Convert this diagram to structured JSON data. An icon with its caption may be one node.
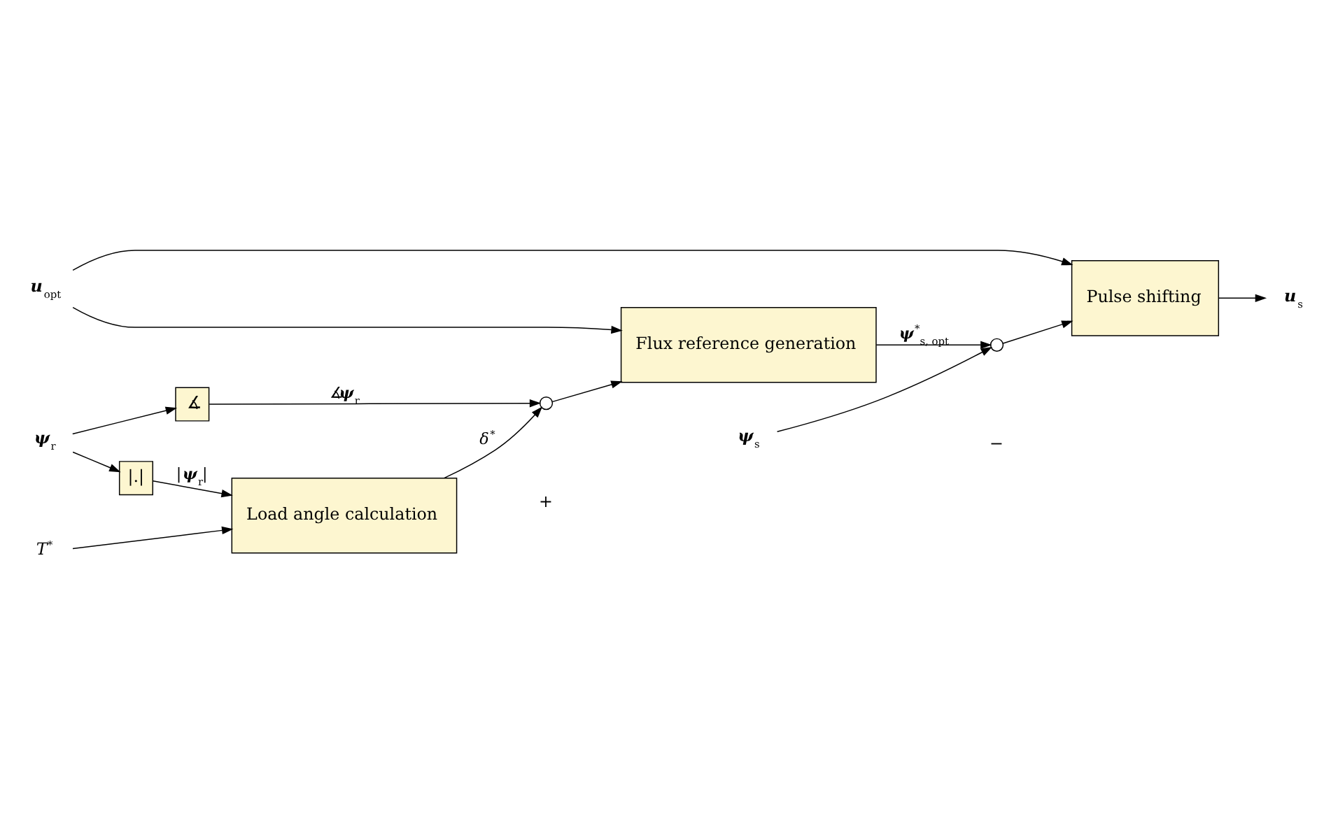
{
  "diagram": {
    "nodes": [
      {
        "text": [
          "**u**$_{opt}$"
        ]
      },
      {
        "text": [
          "Flux reference generation"
        ]
      },
      {
        "text": [
          "Pulse shifting"
        ]
      },
      {
        "text": [],
        "shape": "circle"
      },
      {
        "text": [
          "**ψ**$_{s}$"
        ]
      },
      {
        "text": [
          "**u**$_{s}$"
        ]
      },
      {
        "text": [
          "∡"
        ]
      },
      {
        "text": [
          "|.|"
        ]
      },
      {
        "text": [],
        "shape": "circle"
      },
      {
        "text": [
          "Load angle calculation"
        ]
      },
      {
        "text": [
          "**ψ**$_{r}$"
        ]
      },
      {
        "text": [
          "*T*$^{*}$"
        ]
      }
    ],
    "edges": [
      {
        "from": 0,
        "to": 1,
        "arrow": "to"
      },
      {
        "from": 0,
        "to": 2,
        "arrow": "to"
      },
      {
        "from": 1,
        "to": 3,
        "arrow": "to",
        "label": "**ψ**$^{*}$$_{s, opt}$"
      },
      {
        "from": 3,
        "to": 2,
        "arrow": "to"
      },
      {
        "from": 4,
        "to": 3,
        "arrow": "to"
      },
      {
        "from": 2,
        "to": 5,
        "arrow": "to"
      },
      {
        "from": 10,
        "to": 6,
        "arrow": "to"
      },
      {
        "from": 10,
        "to": 7,
        "arrow": "to"
      },
      {
        "from": 6,
        "to": 8,
        "arrow": "to",
        "label": "∡**ψ**$_{r}$"
      },
      {
        "from": 9,
        "to": 8,
        "arrow": "to",
        "label": "*δ*$^{*}$"
      },
      {
        "from": 8,
        "to": 1,
        "arrow": "to"
      },
      {
        "from": 7,
        "to": 9,
        "arrow": "to",
        "label": "|**ψ**$_{r}$|"
      },
      {
        "from": 11,
        "to": 9,
        "arrow": "to"
      }
    ],
    "labels": [
      "−",
      "+"
    ]
  }
}
